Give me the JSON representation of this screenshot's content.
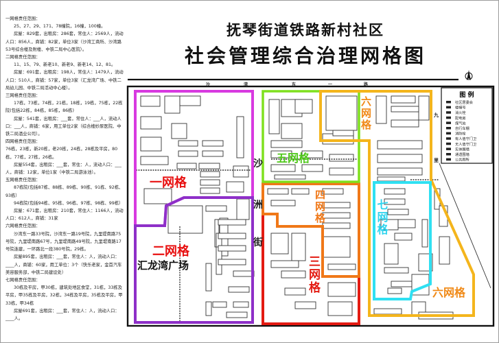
{
  "title": {
    "line1": "抚琴街道铁路新村社区",
    "line2": "社会管理综合治理网格图"
  },
  "sidebar": {
    "paragraphs": [
      {
        "type": "heading",
        "text": "一网格责任范围："
      },
      {
        "type": "indent",
        "text": "25、27、29、171、78幢院，16幢，100幢。"
      },
      {
        "type": "indent",
        "text": "房屋：829套，出租房：286套，常住人：2569人，流动人口：856人，商铺：82家，单位3家（沙湾工商所、沙湾路53号综合楼及附楼、中铁二局中心医院）。"
      },
      {
        "type": "heading",
        "text": "二网格责任范围："
      },
      {
        "type": "indent",
        "text": "11、15、79、新老10、新老9、新老14、12、81。"
      },
      {
        "type": "indent",
        "text": "房屋：691套，出租房：198人，常住人：1479人，流动人口：510人，商铺：57家，单位3家（汇龙湾广场、中铁二局幼儿园、中铁二局活动中心楼）。"
      },
      {
        "type": "heading",
        "text": "三网格责任范围："
      },
      {
        "type": "indent",
        "text": "17栋，73栋，74栋，21栋，18栋，19栋，75栋，22栋院(包括22栋，84栋，85栋，86栋)"
      },
      {
        "type": "indent",
        "text": "房屋：541套，出租房：___套，常住人：___人，流动人口：___人，商铺：6家，用工单位2家（综合楼妙尿医院、中铁二局酒业公司）。"
      },
      {
        "type": "heading",
        "text": "四网格责任范围："
      },
      {
        "type": "plain",
        "text": "76栋，23栋，新20栋，老20栋，24栋，28栋及平房，80栋，77栋，27栋，26栋。"
      },
      {
        "type": "indent",
        "text": "房屋554套，出租房：___套，常住：人，流动人口：___人，商铺：12家，单位1家（中铁二局游泳池）。"
      },
      {
        "type": "heading",
        "text": "五网格责任范围："
      },
      {
        "type": "indent",
        "text": "87栋院(包括87栋、88栋、89栋、90栋、91栋、92栋、93栋）"
      },
      {
        "type": "indent",
        "text": "94栋院(包括94栋、95栋、96栋、97栋、98栋、99栋）"
      },
      {
        "type": "indent",
        "text": "房屋：671套，出租房：210套，常住人：1166人，流动人口：612人，商铺：31家"
      },
      {
        "type": "heading",
        "text": "六网格责任范围："
      },
      {
        "type": "indent",
        "text": "沙湾东一路33号院，沙湾东一路19号院，九里堤南路75号院，九里堤南路67号，九里堤南路49号院，九里堤南路17号院连建，一环路北一段380号院，29栋。"
      },
      {
        "type": "indent",
        "text": "房屋895套，出租房：___套，常住人：人，流动人口：____人，商铺：60家，用工单位：3个（快乐老家，金首汽车美容服务部，中铁二局建设处）"
      },
      {
        "type": "heading",
        "text": "七网格责任范围："
      },
      {
        "type": "indent",
        "text": "30栋及平房，甲30栋，建筑处地区食堂，31栋，33栋及平房，甲35栋及平房，32栋，34栋及平房，35栋及平房，甲33栋，甲34栋"
      },
      {
        "type": "indent",
        "text": "房屋691套，出租房：___套，常住人：人，流动人口：____人。"
      }
    ]
  },
  "map": {
    "streets": {
      "top": [
        "沙",
        "湾",
        "东",
        "一",
        "路"
      ],
      "middle": [
        "沙",
        "洲",
        "街"
      ],
      "right": [
        "九",
        "里"
      ]
    },
    "grids": [
      {
        "name": "一网格",
        "color": "#d83ae0",
        "label_color": "#e81010"
      },
      {
        "name": "二网格",
        "color": "#8e2fc8",
        "label_color": "#e81010"
      },
      {
        "name": "三网格",
        "color": "#e31b12",
        "label_color": "#e31b12"
      },
      {
        "name": "四网格",
        "color": "#f07818",
        "label_color": "#f07818"
      },
      {
        "name": "五网格",
        "color": "#7fe01e",
        "label_color": "#4fc81a"
      },
      {
        "name": "六网格",
        "color": "#f4b51c",
        "label_color": "#f08a18"
      },
      {
        "name": "七网格",
        "color": "#2fe0f2",
        "label_color": "#2fd4ee"
      }
    ],
    "landmark": "汇龙湾广场",
    "legend": {
      "title": "图   例",
      "items": [
        "社区居委会",
        "楼幢号",
        "消火栓",
        "配电房",
        "煤气站",
        "自行车棚",
        "消防栓",
        "有人值守门卫",
        "无人值守门卫",
        "实体围墙",
        "通透围墙",
        "公共厕所"
      ]
    }
  }
}
